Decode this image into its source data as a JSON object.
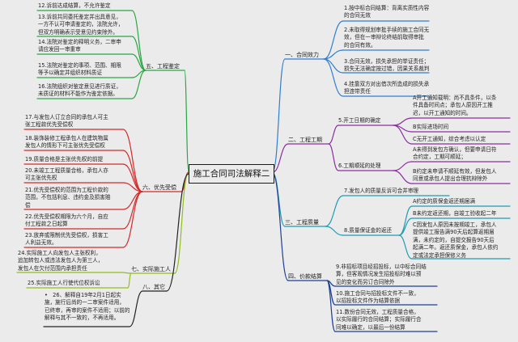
{
  "title": "施工合同司法解释二",
  "colors": {
    "c1": "#2f7fcf",
    "c2": "#8a2e9f",
    "c3": "#1f9bb1",
    "c4": "#1c3f95",
    "c5": "#29a844",
    "c6": "#d42a2a",
    "c7": "#8fbf1c",
    "c8": "#222222"
  },
  "right": {
    "b1": {
      "label": "一、合同效力",
      "items": [
        "1.按中标合同结算：背离实质性内容\n的合同无效",
        "2.未取得规划审批手续的施工合同无\n效，但在一审辩论终结前取得审批\n的合同有效。",
        "3.合同无效，损失承担的举证责任；\n损失无法确定按过错，因果关系裁判",
        "4.挂靠双方对出借次所造成的损失承\n担连带责任"
      ]
    },
    "b2": {
      "label": "二、工程工期",
      "n5": "5.开工日期的确定",
      "n5sub": [
        "A开工通知载明：尚不具条件，以条\n件具备时间点；承包人原因开工推\n迟，以开工通知的时间。",
        "B实际进场时间",
        "C无开工通知，综合考虑以认定"
      ],
      "n6": "6.工期顺延的处理",
      "n6sub": [
        "A未得到发包方确认，但要申请日符\n合约定，工期可顺延；",
        "B约定未申请不顺延有效，但发包人\n同意或承包人提出合理抗辩除外"
      ]
    },
    "b3": {
      "label": "三、工程质量",
      "n7": "7.发包人的质量反诉可合并审理",
      "n8": "8.质量保证金的返还",
      "n8sub": [
        "A约定的质保金返还期届满",
        "B未约定返还期，自竣工验收起二年",
        "C因发包人原因未按期竣工，承包人\n提供竣工报告满90天后起算返期届\n满，未约定的，自提交报告90天后\n起满二年。返还质保金，承包人依约\n定或法定承担保修义务"
      ]
    },
    "b4": {
      "label": "四、价款结算",
      "items": [
        "9.非招标项目经招投标，以中标合同结\n算，但客观情况发生招投标时难以预\n见的变化而另订合同除外",
        "10.施工合同与招投标文件不一致，\n以招投标文件作为结算依据",
        "11.数份合同无效，工程质量合格，\n以实际履行的合同结算；实际履行合\n同难以确定，以最后一份结算"
      ]
    }
  },
  "left": {
    "b5": {
      "label": "五、工程鉴定",
      "items": [
        "12.诉前达成结算，不允许鉴定",
        "13.诉前共同委托鉴定并出具意见，\n一方不认可申请鉴定的，法院允许，\n但双方明确表示受意见约束除外。",
        "14.法院对鉴定的释明义务，二审申\n请应发回一审重审",
        "15.法院对鉴定的事项、范围、期限\n等予以确定并组织材料质证",
        "16.法院组织对鉴定意见进行质证，\n未质证的材料不能作为鉴定依据。"
      ]
    },
    "b6": {
      "label": "六、优先受偿",
      "items": [
        "17.与发包人订立合同的承包人可主\n张工程款优先受偿权",
        "18.装饰装修工程承包人在建筑物属\n发包人的情形下可主张优先受偿权",
        "19.质量合格是主张优先权的前提",
        "20.未竣工工程质量合格，承包人亦\n可主张优先权",
        "21.优先受偿权的范围为工程价款的\n范围，不包括利息、违约金及损害赔\n偿",
        "22.优先受偿权期限为六个月，自应\n付工程款之日起算",
        "23.放弃或限制优先受偿权，损害工\n人利益无效。"
      ]
    },
    "b7": {
      "label": "七、实际施工人",
      "items": [
        "24.实际施工人向发包人主张权利，\n追加转包人或违法发包人为第三人，\n发包人在欠付范围内承担责任",
        "25.实际施工人行使代位权诉讼"
      ]
    },
    "b8": {
      "label": "八、其它",
      "items": [
        "•   26、解释自19年2月1日起实\n施，施行后尚的一二审案件适用，\n已终审，再审的案件不适用；以前的\n解释与其不一致的，不再适用。"
      ]
    }
  }
}
